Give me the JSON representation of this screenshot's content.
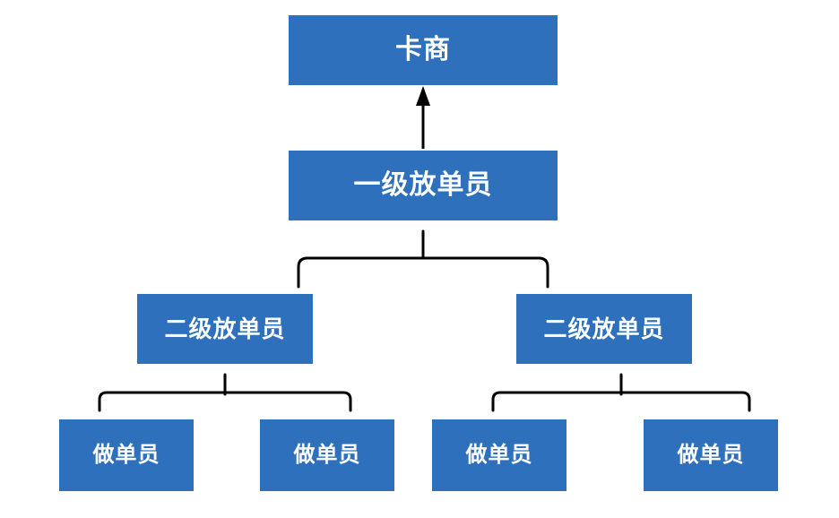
{
  "diagram": {
    "type": "hierarchy-tree",
    "background_color": "#ffffff",
    "node_color": "#2E70BC",
    "node_text_color": "#ffffff",
    "connector_color": "#000000",
    "levels": 4,
    "nodes": {
      "root": {
        "label": "卡商",
        "level": 1
      },
      "level2": {
        "label": "一级放单员",
        "level": 2
      },
      "level3_left": {
        "label": "二级放单员",
        "level": 3
      },
      "level3_right": {
        "label": "二级放单员",
        "level": 3
      },
      "level4_a": {
        "label": "做单员",
        "level": 4
      },
      "level4_b": {
        "label": "做单员",
        "level": 4
      },
      "level4_c": {
        "label": "做单员",
        "level": 4
      },
      "level4_d": {
        "label": "做单员",
        "level": 4
      }
    },
    "connectors": {
      "arrow_up": "arrow-up-connector",
      "brace_top": "brace-connector",
      "brace_left": "brace-connector",
      "brace_right": "brace-connector"
    }
  }
}
